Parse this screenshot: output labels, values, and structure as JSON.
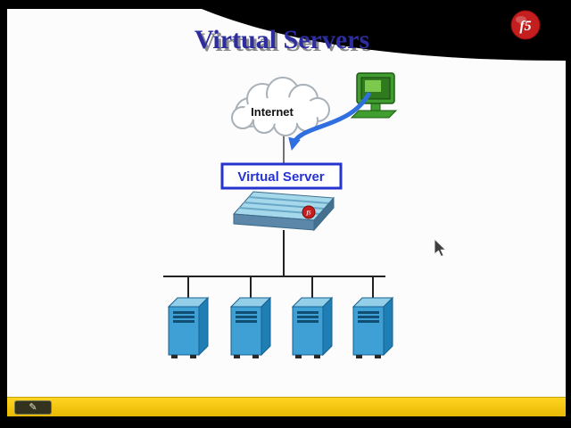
{
  "slide": {
    "title": "Virtual Servers"
  },
  "branding": {
    "logo_text": "f5"
  },
  "diagram": {
    "internet_label": "Internet",
    "virtual_server_label": "Virtual Server",
    "server_count": 4
  },
  "icons": {
    "pen_tool": "✎"
  },
  "colors": {
    "title_blue": "#2d2da0",
    "f5_red": "#c41e1e",
    "label_blue": "#2633cf",
    "arrow_blue": "#2f6fe0",
    "server_blue": "#3fa0d6",
    "computer_green": "#3f9e2f",
    "toolbar_yellow": "#f2c200",
    "swoosh_black": "#000000"
  }
}
